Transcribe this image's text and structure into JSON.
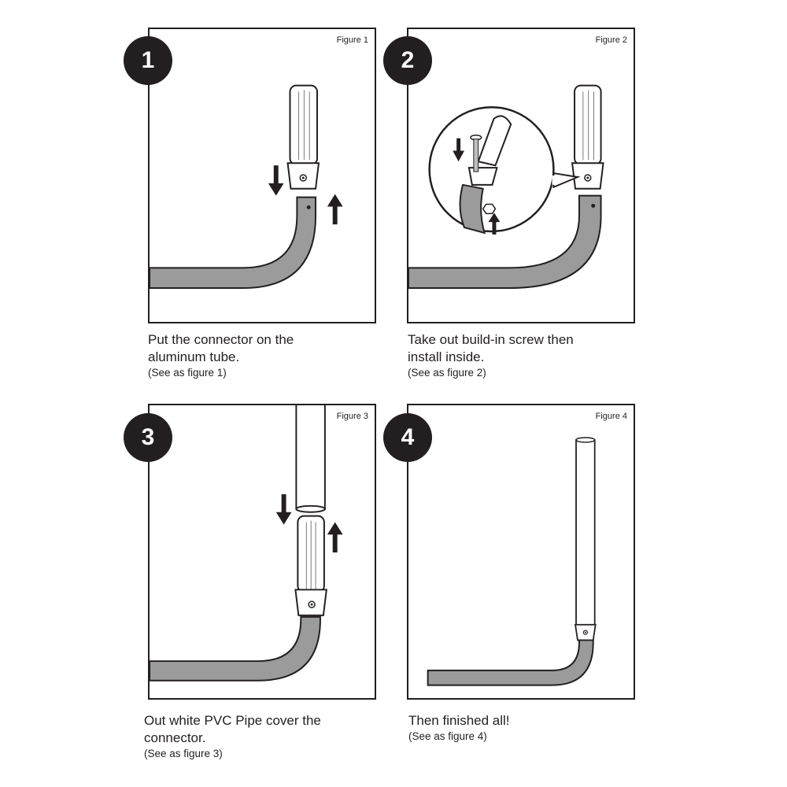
{
  "steps": [
    {
      "number": "1",
      "figure_label": "Figure 1",
      "instruction": "Put the connector on the\naluminum tube.",
      "reference": "(See as figure 1)"
    },
    {
      "number": "2",
      "figure_label": "Figure 2",
      "instruction": "Take out build-in screw then\ninstall inside.",
      "reference": "(See as figure 2)"
    },
    {
      "number": "3",
      "figure_label": "Figure 3",
      "instruction": "Out white PVC Pipe cover the\nconnector.",
      "reference": "(See as figure 3)"
    },
    {
      "number": "4",
      "figure_label": "Figure 4",
      "instruction": "Then finished all!",
      "reference": "(See as figure 4)"
    }
  ],
  "colors": {
    "ink": "#231f20",
    "tube_gray": "#9b9b9b",
    "pipe_white": "#ffffff"
  },
  "icons": [
    "down-arrow-icon",
    "up-arrow-icon",
    "screw-icon",
    "nut-icon",
    "magnifier-callout"
  ]
}
